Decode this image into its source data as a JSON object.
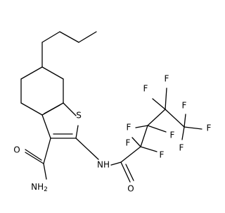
{
  "molecule": {
    "atoms": {
      "S": "S",
      "F1": "F",
      "F2": "F",
      "F3": "F",
      "F4": "F",
      "F5": "F",
      "F6": "F",
      "F7": "F",
      "F8": "F",
      "F9": "F",
      "NH": "NH",
      "O_amide": "O",
      "NH2": "NH",
      "NH2_sub": "2",
      "O_acyl": "O"
    }
  }
}
